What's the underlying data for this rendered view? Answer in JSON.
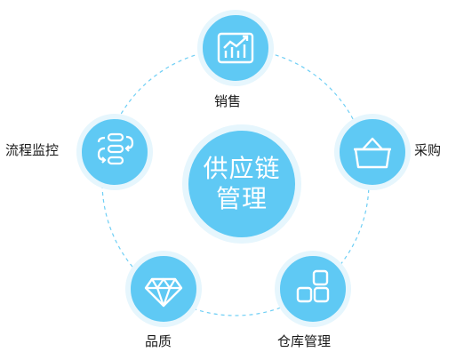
{
  "colors": {
    "node_fill": "#5fc9f4",
    "node_halo": "#e6f6fd",
    "ring_dash": "#6fcff5",
    "icon_stroke": "#ffffff",
    "label_text": "#1a1a1a"
  },
  "center": {
    "line1": "供应链",
    "line2": "管理"
  },
  "nodes": {
    "sales": {
      "label": "销售",
      "icon": "bar-chart-trend-icon"
    },
    "purchase": {
      "label": "采购",
      "icon": "basket-icon"
    },
    "warehouse": {
      "label": "仓库管理",
      "icon": "blocks-icon"
    },
    "quality": {
      "label": "品质",
      "icon": "diamond-icon"
    },
    "process": {
      "label": "流程监控",
      "icon": "flow-cycle-icon"
    }
  }
}
